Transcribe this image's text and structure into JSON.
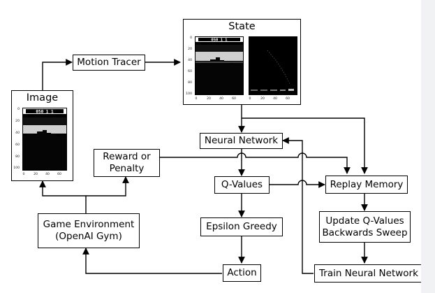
{
  "panels": {
    "state": {
      "title": "State"
    },
    "image": {
      "title": "Image"
    }
  },
  "game_frame": {
    "score": "050 1 1",
    "y_ticks": [
      "0",
      "20",
      "40",
      "60",
      "80",
      "100"
    ],
    "x_ticks": [
      "0",
      "20",
      "40",
      "60"
    ]
  },
  "nodes": {
    "motion_tracer": "Motion Tracer",
    "reward_or_penalty": [
      "Reward or",
      "Penalty"
    ],
    "neural_network": "Neural Network",
    "q_values": "Q-Values",
    "replay_memory": "Replay Memory",
    "game_environment": [
      "Game Environment",
      "(OpenAI Gym)"
    ],
    "epsilon_greedy": "Epsilon Greedy",
    "update_q_values": [
      "Update Q-Values",
      "Backwards Sweep"
    ],
    "action": "Action",
    "train_neural_network": "Train Neural Network"
  },
  "colors": {
    "line": "#000000",
    "panel_background": "#ffffff",
    "game_background": "#000000"
  }
}
